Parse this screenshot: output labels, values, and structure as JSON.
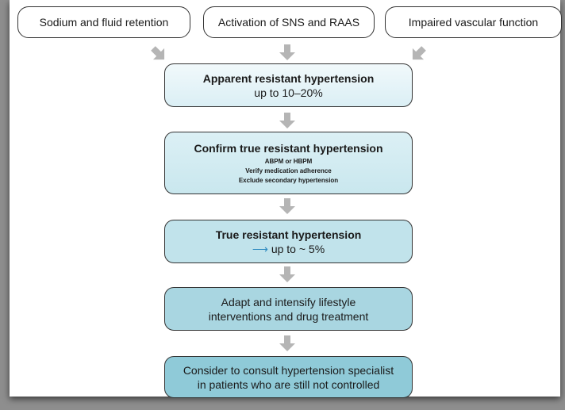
{
  "causes": [
    "Sodium and fluid retention",
    "Activation of SNS and RAAS",
    "Impaired vascular function"
  ],
  "steps": {
    "apparent": {
      "title": "Apparent resistant hypertension",
      "subtitle": "up to 10–20%"
    },
    "confirm": {
      "title": "Confirm true resistant hypertension",
      "items": [
        "ABPM or HBPM",
        "Verify medication adherence",
        "Exclude secondary hypertension"
      ]
    },
    "true": {
      "title": "True resistant hypertension",
      "arrow": "⟶",
      "subtitle": "up to ~ 5%"
    },
    "adapt": {
      "lines": [
        "Adapt and intensify lifestyle",
        "interventions and drug treatment"
      ]
    },
    "consult": {
      "lines": [
        "Consider to consult hypertension specialist",
        "in patients who are still not controlled"
      ]
    }
  },
  "colors": {
    "arrow": "#b5b5b5",
    "box1": "#e6f4f8",
    "box2": "#d4ecf2",
    "box3": "#bfe2ea",
    "box4": "#a8d6e1",
    "box5": "#8fcad8"
  }
}
